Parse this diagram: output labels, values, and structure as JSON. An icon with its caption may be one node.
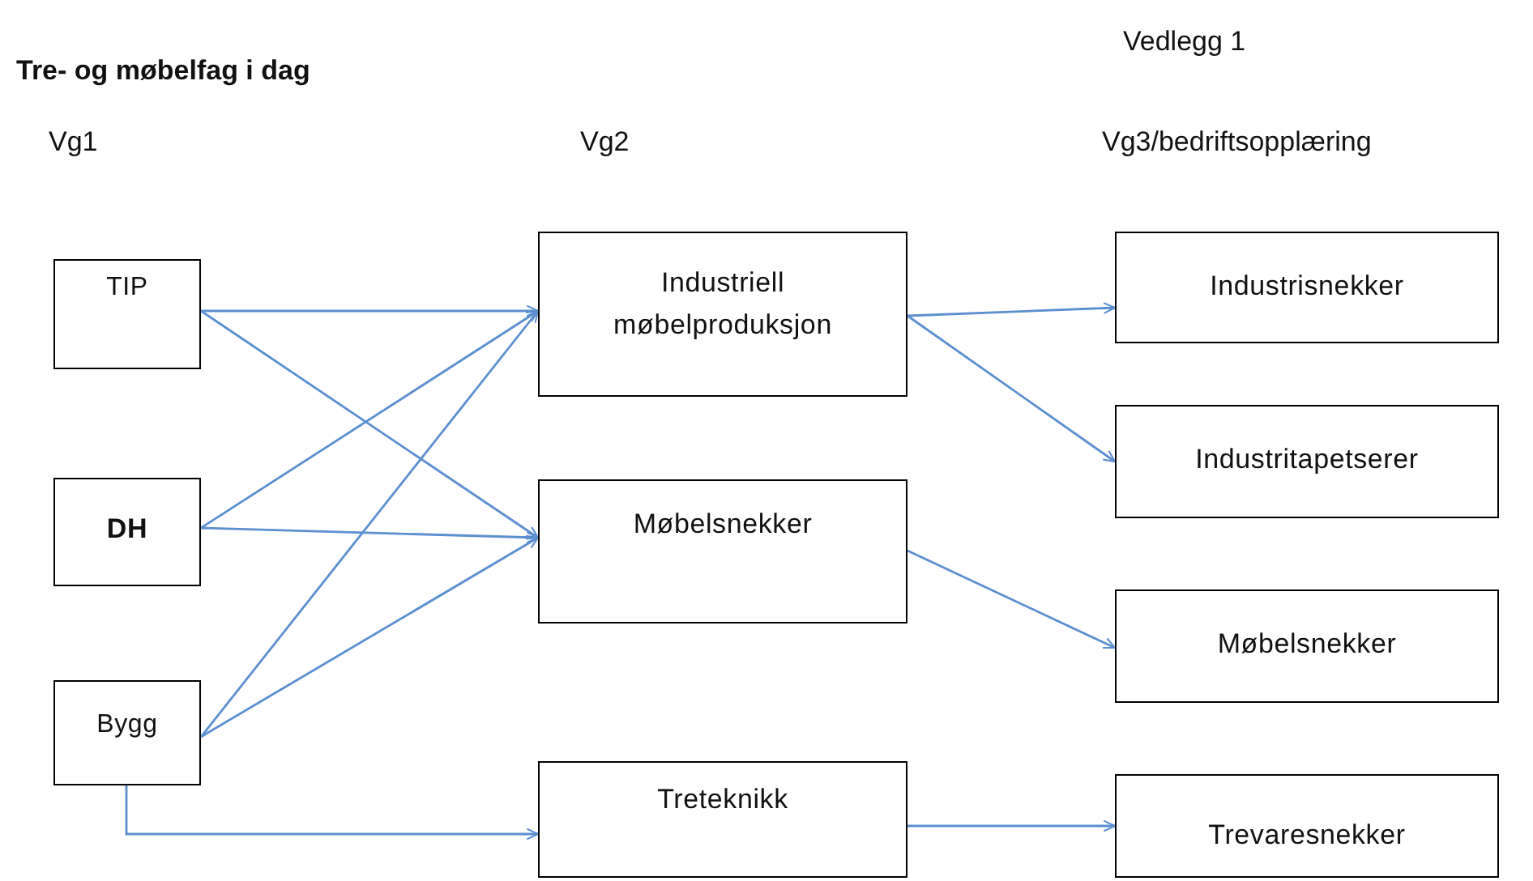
{
  "diagram": {
    "title": "Tre- og møbelfag i dag",
    "nodes": [
      {
        "text": [
          "TIP"
        ]
      },
      {
        "text": [
          "DH"
        ]
      },
      {
        "text": [
          "Bygg"
        ]
      },
      {
        "text": [
          "Industriell møbelproduksjon"
        ]
      },
      {
        "text": [
          "Møbelsnekker"
        ]
      },
      {
        "text": [
          "Treteknikk"
        ]
      },
      {
        "text": [
          "Industrisnekker"
        ]
      },
      {
        "text": [
          "Industritapetserer"
        ]
      },
      {
        "text": [
          "Møbelsnekker"
        ]
      },
      {
        "text": [
          "Trevaresnekker"
        ]
      }
    ],
    "edges": [
      {
        "from": 0,
        "to": 3,
        "arrow": "to"
      },
      {
        "from": 0,
        "to": 4,
        "arrow": "to"
      },
      {
        "from": 1,
        "to": 3,
        "arrow": "to"
      },
      {
        "from": 1,
        "to": 4,
        "arrow": "to"
      },
      {
        "from": 2,
        "to": 3,
        "arrow": "to"
      },
      {
        "from": 2,
        "to": 4,
        "arrow": "to"
      },
      {
        "from": 2,
        "to": 5,
        "arrow": "to"
      },
      {
        "from": 3,
        "to": 6,
        "arrow": "to"
      },
      {
        "from": 3,
        "to": 7,
        "arrow": "to"
      },
      {
        "from": 4,
        "to": 8,
        "arrow": "to"
      },
      {
        "from": 5,
        "to": 9,
        "arrow": "to"
      }
    ],
    "labels": [
      "Vedlegg 1",
      "Vg1",
      "Vg2",
      "Vg3/bedriftsopplæring"
    ]
  }
}
